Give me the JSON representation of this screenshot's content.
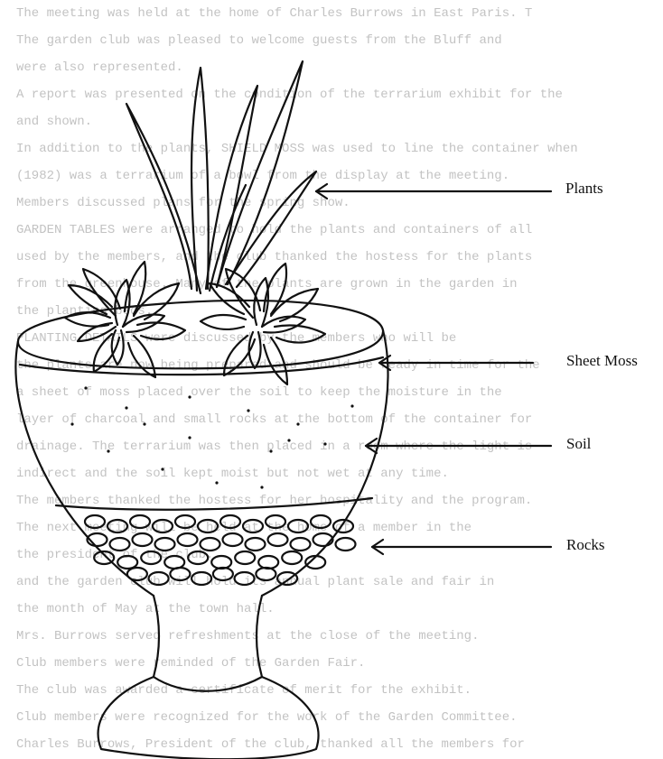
{
  "background_text": [
    "The meeting was held at the home of Charles Burrows in East Paris. T",
    "The garden club was pleased to welcome guests from the Bluff and",
    "were also represented.",
    "A report was presented on the condition of the terrarium exhibit for the",
    "and shown.",
    "In addition to the plants, SHIELD MOSS was used to line the container when",
    "(1982) was a terrarium of a bowl from the display at the meeting.",
    "Members discussed plans for the spring show.",
    "GARDEN TABLES were arranged to hold the plants and containers of all",
    "used by the members, and the club thanked the hostess for the plants",
    "from the greenhouse. Many of the plants are grown in the garden in",
    "the planting beds.",
    "PLANTING DETAILS were discussed by the members who will be",
    "the plants are now being prepared and should be ready in time for the",
    "a sheet of moss placed over the soil to keep the moisture in the",
    "layer of charcoal and small rocks at the bottom of the container for",
    "drainage. The terrarium was then placed in a room where the light is",
    "indirect and the soil kept moist but not wet at any time.",
    "The members thanked the hostess for her hospitality and the program.",
    "The next meeting will be held at the home of a member in the",
    "the president of the club.",
    "and the garden club will hold its annual plant sale and fair in",
    "the month of May at the town hall.",
    "Mrs. Burrows served refreshments at the close of the meeting.",
    "Club members were reminded of the Garden Fair.",
    "The club was awarded a certificate of merit for the exhibit.",
    "Club members were recognized for the work of the Garden Committee.",
    "Charles Burrows, President of the club, thanked all the members for"
  ],
  "labels": {
    "plants": "Plants",
    "sheet_moss": "Sheet Moss",
    "soil": "Soil",
    "rocks": "Rocks"
  }
}
